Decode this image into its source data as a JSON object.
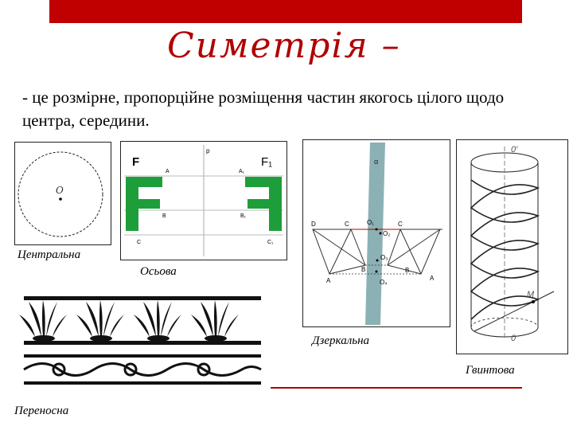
{
  "header": {
    "title": "Симетрія –"
  },
  "definition": "- це розмірне, пропорційне розміщення частин якогось цілого щодо центра, середини.",
  "panels": {
    "central": {
      "label": "Центральна",
      "point": "O"
    },
    "axial": {
      "label": "Осьова",
      "p": "p",
      "F": "F",
      "F1": "F₁",
      "A": "A",
      "A1": "A₁",
      "B": "B",
      "B1": "B₁",
      "C": "C",
      "C1": "C₁"
    },
    "mirror": {
      "label": "Дзеркальна",
      "alpha": "α",
      "D": "D",
      "C": "C",
      "C1": "C",
      "O1": "O₁",
      "O2": "O₂",
      "O3": "O₃",
      "O4": "O₄",
      "B": "B",
      "B1": "B",
      "A": "A",
      "A1": "A"
    },
    "screw": {
      "label": "Гвинтова",
      "top": "0′",
      "bottom": "0",
      "M": "M"
    },
    "translational": {
      "label": "Переносна"
    }
  },
  "colors": {
    "accent": "#c00000",
    "green": "#1e9e3a",
    "plane": "#7fa9ad"
  }
}
